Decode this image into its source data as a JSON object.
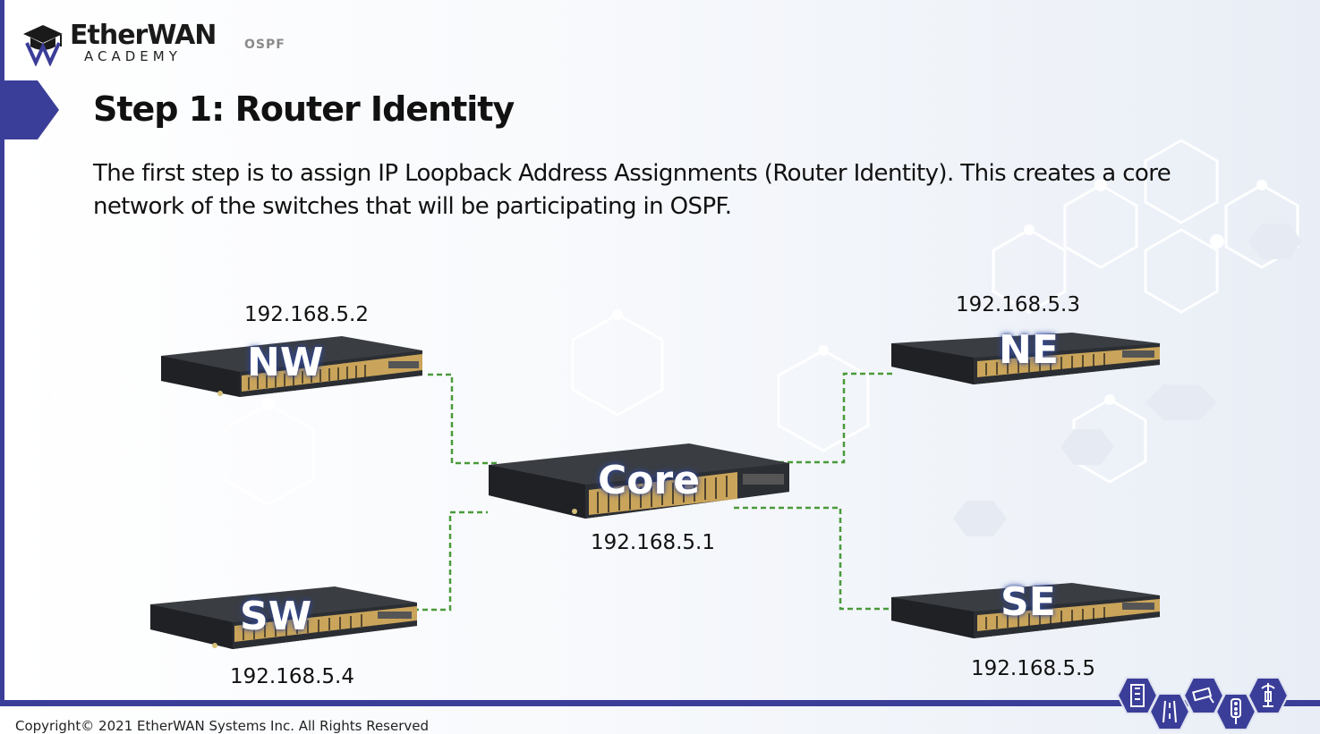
{
  "header": {
    "logo_brand": "EtherWAN",
    "logo_sub": "ACADEMY",
    "section": "OSPF"
  },
  "slide": {
    "title": "Step 1: Router Identity",
    "description": "The first step is to assign IP Loopback Address Assignments (Router Identity).  This creates a core network of the switches that will be participating in OSPF."
  },
  "switches": {
    "nw": {
      "label": "NW",
      "ip": "192.168.5.2"
    },
    "ne": {
      "label": "NE",
      "ip": "192.168.5.3"
    },
    "core": {
      "label": "Core",
      "ip": "192.168.5.1"
    },
    "sw": {
      "label": "SW",
      "ip": "192.168.5.4"
    },
    "se": {
      "label": "SE",
      "ip": "192.168.5.5"
    }
  },
  "footer": {
    "copyright": "Copyright© 2021 EtherWAN Systems Inc. All Rights Reserved",
    "icons": [
      "building-icon",
      "road-icon",
      "camera-icon",
      "traffic-light-icon",
      "tower-icon"
    ]
  },
  "colors": {
    "brand_navy": "#3b3e98",
    "link_green": "#4a9a3a",
    "switch_body": "#2b2e33",
    "port_gold": "#c9a45a"
  }
}
